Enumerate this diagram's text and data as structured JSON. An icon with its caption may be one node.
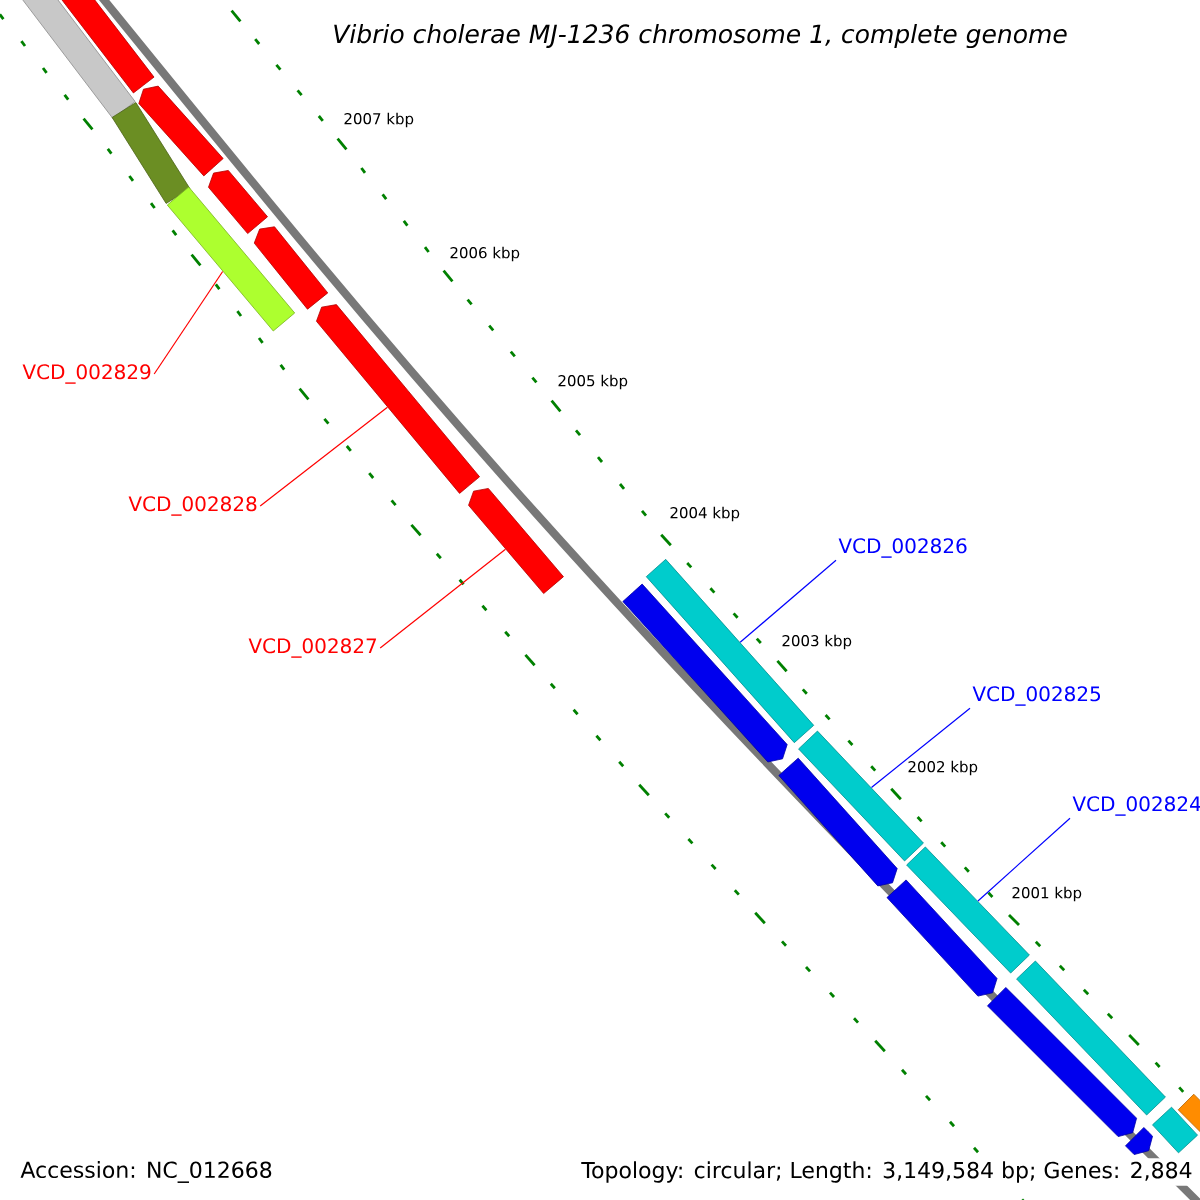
{
  "diagram": {
    "title": "Vibrio cholerae MJ-1236 chromosome 1, complete genome",
    "nodes": [
      {
        "text": [],
        "shape": "bar"
      },
      {
        "text": [],
        "shape": "bar"
      },
      {
        "text": [],
        "shape": "bar"
      },
      {
        "text": [],
        "shape": "arrow"
      },
      {
        "text": [],
        "shape": "arrow"
      },
      {
        "text": [],
        "shape": "arrow"
      },
      {
        "text": [],
        "shape": "arrow"
      },
      {
        "text": [],
        "shape": "arrow"
      },
      {
        "text": [],
        "shape": "arrow"
      },
      {
        "text": [],
        "shape": "bar"
      },
      {
        "text": [],
        "shape": "bar"
      },
      {
        "text": [],
        "shape": "bar"
      },
      {
        "text": [],
        "shape": "bar"
      },
      {
        "text": [],
        "shape": "bar"
      },
      {
        "text": [],
        "shape": "bar"
      },
      {
        "text": [],
        "shape": "arrow"
      },
      {
        "text": [],
        "shape": "arrow"
      },
      {
        "text": [],
        "shape": "arrow"
      },
      {
        "text": [],
        "shape": "arrow"
      },
      {
        "text": [],
        "shape": "arrow"
      },
      {
        "text": [
          "VCD_002829"
        ]
      },
      {
        "text": [
          "VCD_002828"
        ]
      },
      {
        "text": [
          "VCD_002827"
        ]
      },
      {
        "text": [
          "VCD_002826"
        ]
      },
      {
        "text": [
          "VCD_002825"
        ]
      },
      {
        "text": [
          "VCD_002824"
        ]
      }
    ],
    "edges": [
      {
        "from": 20,
        "to": 2,
        "arrow": "none",
        "color": "#ff0000"
      },
      {
        "from": 21,
        "to": 7,
        "arrow": "none",
        "color": "#ff0000"
      },
      {
        "from": 22,
        "to": 8,
        "arrow": "none",
        "color": "#ff0000"
      },
      {
        "from": 23,
        "to": 9,
        "arrow": "none",
        "color": "#0000ff"
      },
      {
        "from": 24,
        "to": 10,
        "arrow": "none",
        "color": "#0000ff"
      },
      {
        "from": 25,
        "to": 11,
        "arrow": "none",
        "color": "#0000ff"
      }
    ],
    "labels": [
      "2007 kbp",
      "2006 kbp",
      "2005 kbp",
      "2004 kbp",
      "2003 kbp",
      "2002 kbp",
      "2001 kbp",
      "Accession: NC_012668",
      "Topology: circular; Length: 3,149,584 bp; Genes: 2,884"
    ]
  }
}
